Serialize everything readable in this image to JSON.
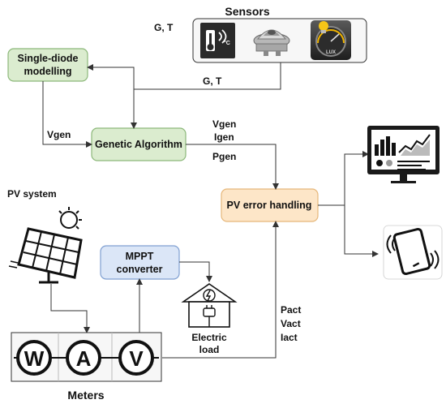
{
  "sensors": {
    "title": "Sensors",
    "icons": [
      "thermometer-icon",
      "pyranometer-icon",
      "lux-meter-icon"
    ],
    "lux_text": "LUX"
  },
  "blocks": {
    "single_diode": [
      "Single-diode",
      "modelling"
    ],
    "genetic_algorithm": "Genetic Algorithm",
    "pv_error_handling": "PV error handling",
    "mppt_converter": [
      "MPPT",
      "converter"
    ]
  },
  "labels": {
    "gt_top": "G, T",
    "gt_mid": "G, T",
    "vgen_left": "Vgen",
    "vgen_out": "Vgen",
    "igen_out": "Igen",
    "pgen_out": "Pgen",
    "pact": "Pact",
    "vact": "Vact",
    "iact": "Iact",
    "pv_system": "PV system",
    "electric_load": [
      "Electric",
      "load"
    ],
    "meters": "Meters"
  },
  "meters": [
    "W",
    "A",
    "V"
  ],
  "outputs": [
    "dashboard-monitor-icon",
    "smartphone-icon"
  ],
  "colors": {
    "single_diode_fill": "#dbeccf",
    "single_diode_stroke": "#8cb87a",
    "ga_fill": "#dbeccf",
    "ga_stroke": "#8cb87a",
    "error_fill": "#fde6c8",
    "error_stroke": "#e6b77a",
    "mppt_fill": "#dbe6f7",
    "mppt_stroke": "#7f9fd1",
    "line": "#333333"
  }
}
